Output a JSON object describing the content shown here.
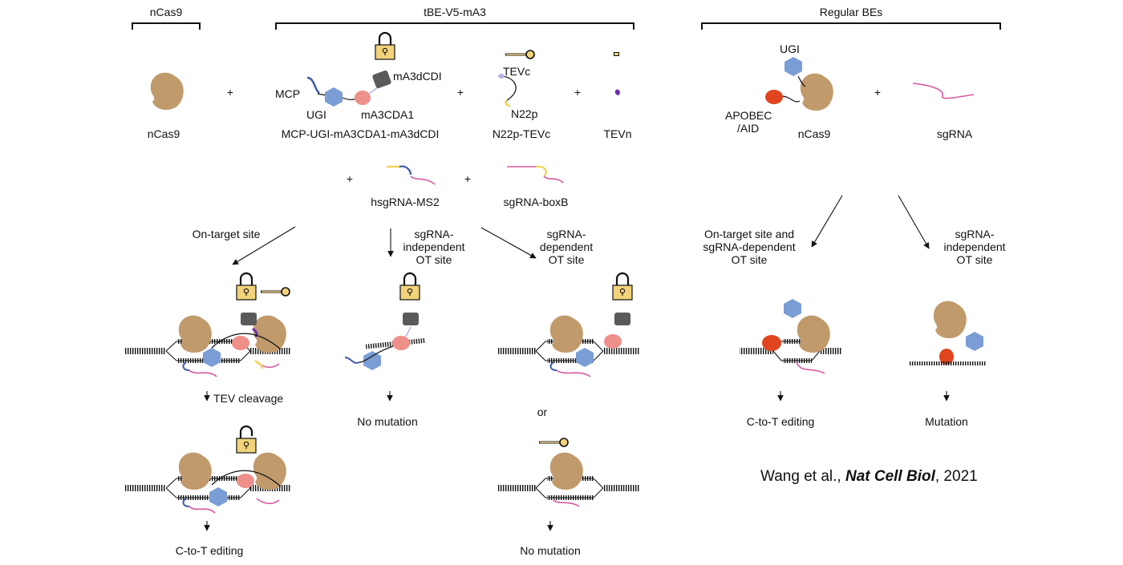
{
  "headers": {
    "ncas9": "nCas9",
    "tbe": "tBE-V5-mA3",
    "regular": "Regular BEs"
  },
  "components": {
    "ncas9": "nCas9",
    "mcp_fusion": "MCP-UGI-mA3CDA1-mA3dCDI",
    "n22p_tevc": "N22p-TEVc",
    "tevn": "TEVn",
    "hsgrna_ms2": "hsgRNA-MS2",
    "sgrna_boxb": "sgRNA-boxB",
    "regular_ncas9": "nCas9",
    "regular_sgrna": "sgRNA"
  },
  "parts": {
    "mcp": "MCP",
    "ugi": "UGI",
    "ma3cda1": "mA3CDA1",
    "ma3dcdi": "mA3dCDI",
    "tevc": "TEVc",
    "n22p": "N22p",
    "regular_ugi": "UGI",
    "apobec_line1": "APOBEC",
    "apobec_line2": "/AID"
  },
  "operators": {
    "plus": "+",
    "or": "or"
  },
  "branches": {
    "on_target": "On-target site",
    "sg_independent": [
      "sgRNA-",
      "independent",
      "OT site"
    ],
    "sg_dependent": [
      "sgRNA-",
      "dependent",
      "OT site"
    ],
    "regular_on_target": [
      "On-target site and",
      "sgRNA-dependent",
      "OT site"
    ],
    "regular_independent": [
      "sgRNA-",
      "independent",
      "OT site"
    ]
  },
  "outcomes": {
    "tev_cleavage": "TEV cleavage",
    "c_to_t_1": "C-to-T editing",
    "no_mutation_1": "No mutation",
    "no_mutation_2": "No mutation",
    "c_to_t_2": "C-to-T editing",
    "mutation": "Mutation"
  },
  "citation": {
    "authors": "Wang et al., ",
    "journal": "Nat Cell Biol",
    "year": ", 2021"
  },
  "colors": {
    "cas9": "#c19a6b",
    "ugi": "#7b9dd6",
    "cda1": "#ef8f8a",
    "dcdi": "#5a5a5a",
    "apobec": "#e0451f",
    "lock": "#f2d27a",
    "rna": "#d85aa0",
    "rna_yellow": "#f2d45a",
    "linker_blue": "#3a5aa8",
    "tevn": "#6a2ea8",
    "tevc": "#b7b0e0"
  }
}
